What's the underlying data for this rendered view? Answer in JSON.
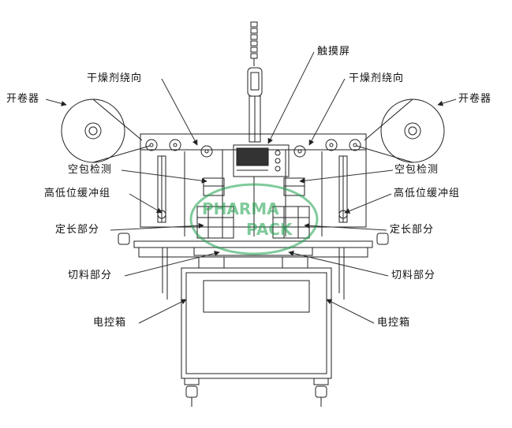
{
  "labels": {
    "touchscreen": "触摸屏",
    "desiccant_dir_left": "干燥剂绕向",
    "desiccant_dir_right": "干燥剂绕向",
    "unwinder_left": "开卷器",
    "unwinder_right": "开卷器",
    "empty_bag_detect_left": "空包检测",
    "empty_bag_detect_right": "空包检测",
    "buffer_group_left": "高低位缓冲组",
    "buffer_group_right": "高低位缓冲组",
    "fixed_length_left": "定长部分",
    "fixed_length_right": "定长部分",
    "cutting_left": "切料部分",
    "cutting_right": "切料部分",
    "control_box_left": "电控箱",
    "control_box_right": "电控箱"
  },
  "watermark": {
    "line1": "PHARMA",
    "line2": "PACK",
    "color": "#1aa04a"
  },
  "colors": {
    "line": "#222222",
    "leader": "#333333"
  }
}
